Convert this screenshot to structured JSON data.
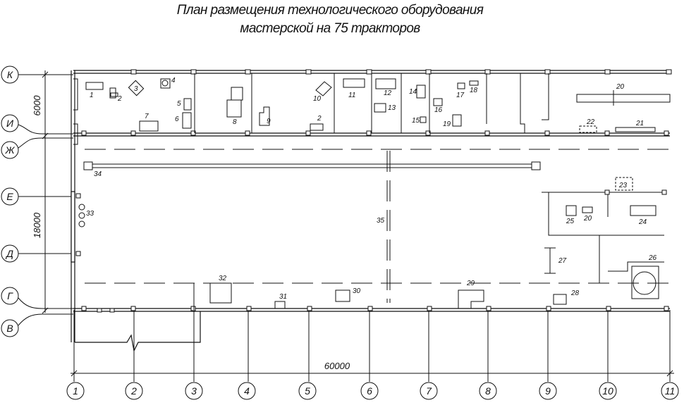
{
  "title": {
    "line1": "План размещения технологического оборудования",
    "line2": "мастерской на 75 тракторов"
  },
  "row_axes": [
    "К",
    "И",
    "Ж",
    "Е",
    "Д",
    "Г",
    "В"
  ],
  "col_axes": [
    "1",
    "2",
    "3",
    "4",
    "5",
    "6",
    "7",
    "8",
    "9",
    "10",
    "11"
  ],
  "dimensions": {
    "top_bay": "6000",
    "main_hall": "18000",
    "overall_length": "60000"
  },
  "equipment_labels": [
    "1",
    "2",
    "3",
    "4",
    "5",
    "6",
    "7",
    "8",
    "9",
    "10",
    "2",
    "11",
    "12",
    "13",
    "14",
    "15",
    "16",
    "17",
    "18",
    "19",
    "20",
    "21",
    "22",
    "23",
    "20",
    "24",
    "25",
    "26",
    "27",
    "28",
    "29",
    "30",
    "31",
    "32",
    "33",
    "34",
    "35"
  ]
}
